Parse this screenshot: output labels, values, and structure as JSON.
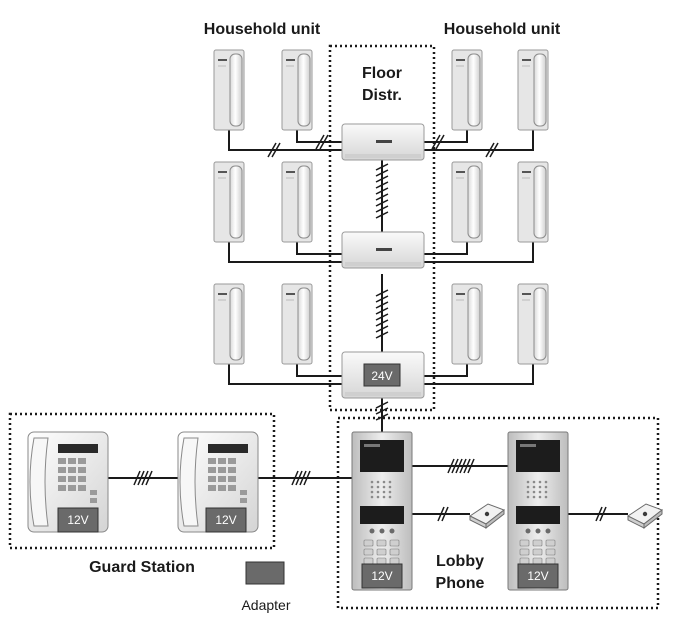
{
  "labels": {
    "household_left": "Household unit",
    "household_right": "Household unit",
    "floor_distr_line1": "Floor",
    "floor_distr_line2": "Distr.",
    "guard_station": "Guard Station",
    "lobby_line1": "Lobby",
    "lobby_line2": "Phone",
    "adapter": "Adapter"
  },
  "voltage": {
    "distributor": "24V",
    "guard_phone": "12V",
    "lobby_panel": "12V"
  },
  "colors": {
    "line": "#1a1a1a",
    "adapter": "#6a6a6a",
    "device_body": "#f2f2f2"
  }
}
